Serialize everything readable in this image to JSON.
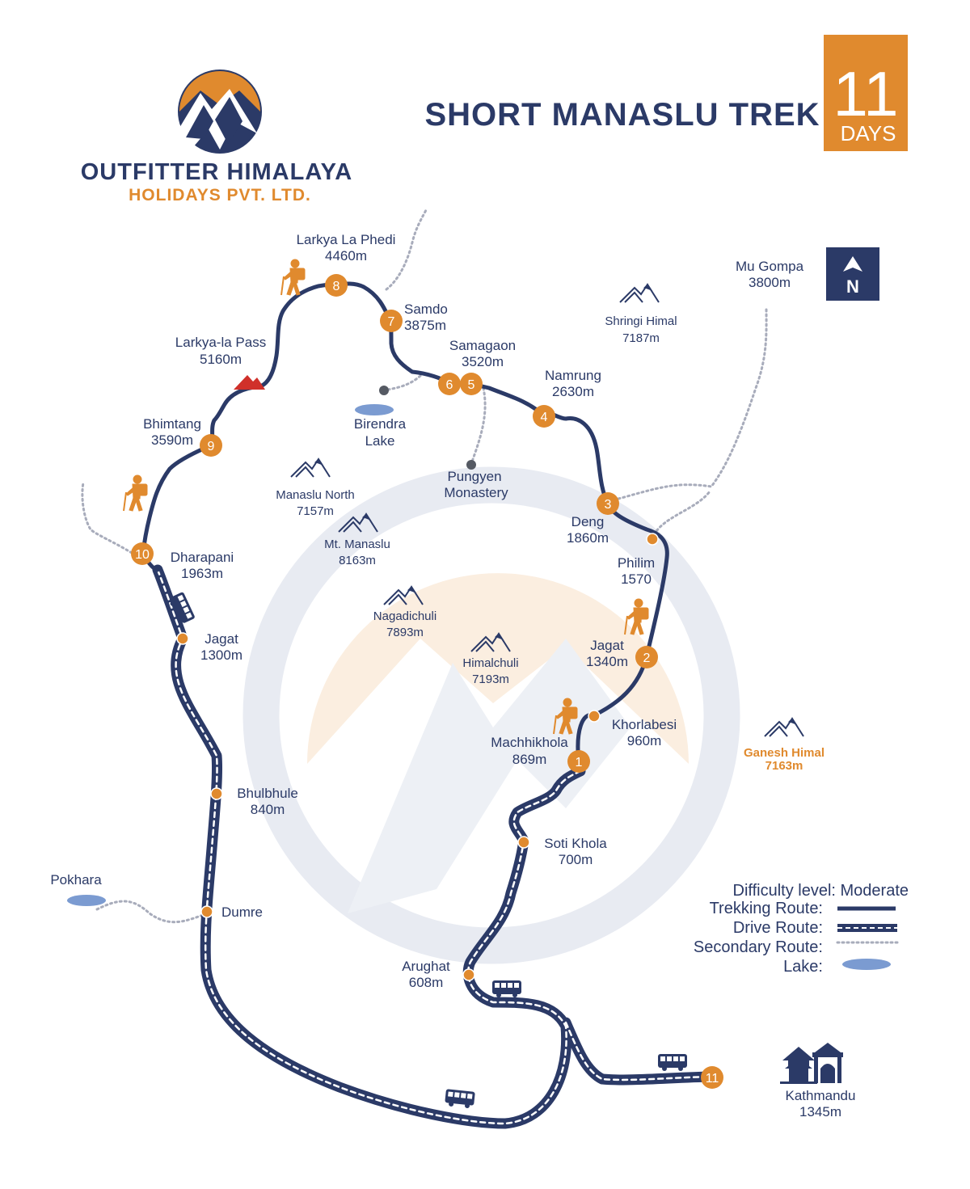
{
  "header": {
    "title": "SHORT MANASLU TREK",
    "days_number": "11",
    "days_label": "DAYS"
  },
  "brand": {
    "name": "OUTFITTER HIMALAYA",
    "subtitle": "HOLIDAYS PVT. LTD."
  },
  "compass": {
    "label": "N"
  },
  "colors": {
    "navy": "#2b3a67",
    "orange": "#e08a2e",
    "pass_red": "#d0302a",
    "lake_blue": "#7b9bd1",
    "secondary_gray": "#a8acbb",
    "watermark": "#e8ebf2",
    "watermark_sun": "#fbeee0"
  },
  "stops": [
    {
      "number": "1"
    },
    {
      "number": "2"
    },
    {
      "number": "3"
    },
    {
      "number": "4"
    },
    {
      "number": "5"
    },
    {
      "number": "6"
    },
    {
      "number": "7"
    },
    {
      "number": "8"
    },
    {
      "number": "9"
    },
    {
      "number": "10"
    },
    {
      "number": "11"
    }
  ],
  "places": {
    "larkya_la_phedi": {
      "name": "Larkya La Phedi",
      "alt": "4460m"
    },
    "samdo": {
      "name": "Samdo",
      "alt": "3875m"
    },
    "larkya_la_pass": {
      "name": "Larkya-la Pass",
      "alt": "5160m"
    },
    "samagaon": {
      "name": "Samagaon",
      "alt": "3520m"
    },
    "namrung": {
      "name": "Namrung",
      "alt": "2630m"
    },
    "birendra_lake": {
      "name": "Birendra",
      "alt": "Lake"
    },
    "bhimtang": {
      "name": "Bhimtang",
      "alt": "3590m"
    },
    "pungyen": {
      "name": "Pungyen",
      "alt": "Monastery"
    },
    "deng": {
      "name": "Deng",
      "alt": "1860m"
    },
    "dharapani": {
      "name": "Dharapani",
      "alt": "1963m"
    },
    "philim": {
      "name": "Philim",
      "alt": "1570"
    },
    "jagat_west": {
      "name": "Jagat",
      "alt": "1300m"
    },
    "jagat_east": {
      "name": "Jagat",
      "alt": "1340m"
    },
    "khorlabesi": {
      "name": "Khorlabesi",
      "alt": "960m"
    },
    "machhikhola": {
      "name": "Machhikhola",
      "alt": "869m"
    },
    "bhulbhule": {
      "name": "Bhulbhule",
      "alt": "840m"
    },
    "soti_khola": {
      "name": "Soti Khola",
      "alt": "700m"
    },
    "pokhara": {
      "name": "Pokhara"
    },
    "dumre": {
      "name": "Dumre"
    },
    "arughat": {
      "name": "Arughat",
      "alt": "608m"
    },
    "kathmandu": {
      "name": "Kathmandu",
      "alt": "1345m"
    },
    "mu_gompa": {
      "name": "Mu Gompa",
      "alt": "3800m"
    }
  },
  "peaks": {
    "shringi": {
      "name": "Shringi Himal",
      "alt": "7187m"
    },
    "manaslu_north": {
      "name": "Manaslu North",
      "alt": "7157m"
    },
    "manaslu": {
      "name": "Mt. Manaslu",
      "alt": "8163m"
    },
    "nagadichuli": {
      "name": "Nagadichuli",
      "alt": "7893m"
    },
    "himalchuli": {
      "name": "Himalchuli",
      "alt": "7193m"
    },
    "ganesh": {
      "name": "Ganesh Himal",
      "alt": "7163m"
    }
  },
  "legend": {
    "difficulty": "Difficulty level: Moderate",
    "trekking": "Trekking Route:",
    "drive": "Drive Route:",
    "secondary": "Secondary Route:",
    "lake": "Lake:"
  }
}
